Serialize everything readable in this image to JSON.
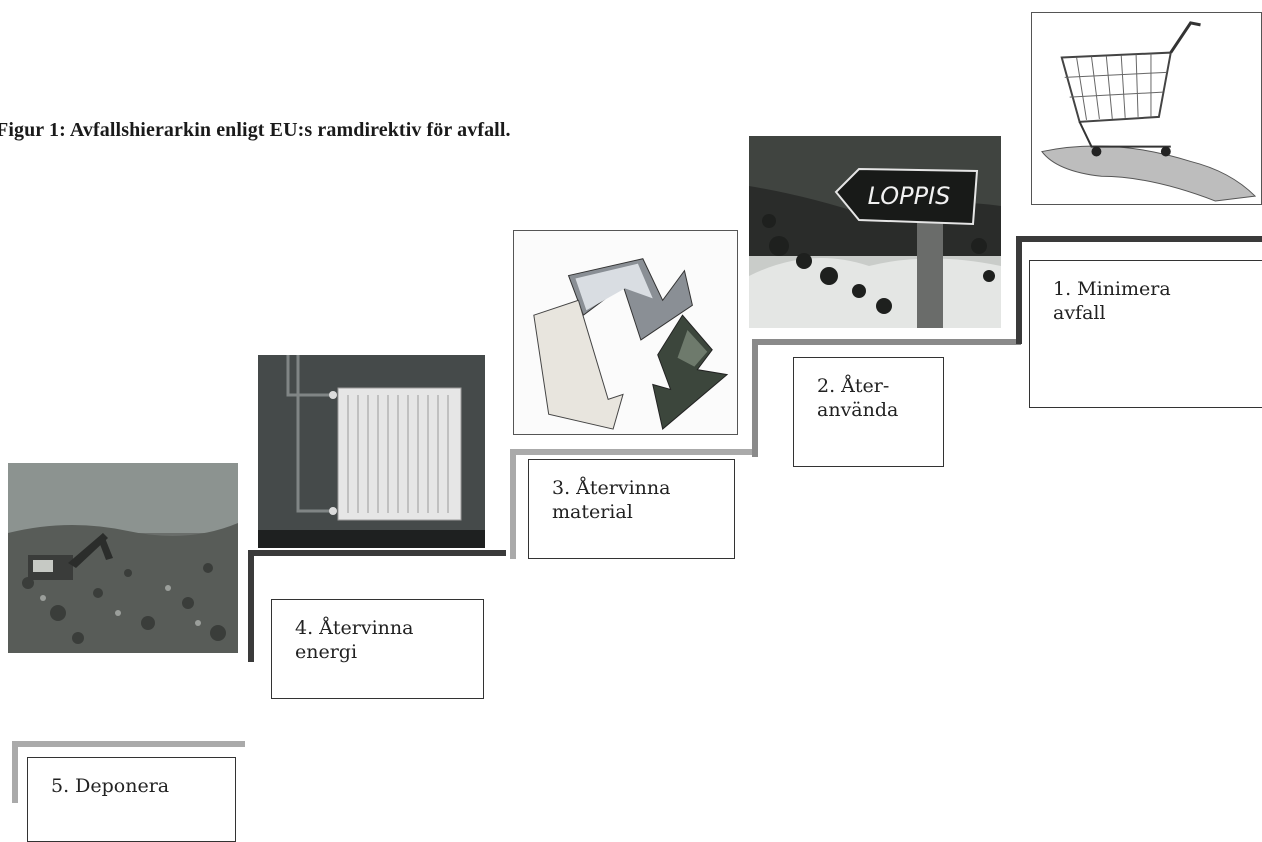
{
  "figure": {
    "caption": "Figur 1: Avfallshierarkin enligt EU:s ramdirektiv för avfall."
  },
  "steps": [
    {
      "line1": "1. Minimera",
      "line2": "avfall",
      "image": "shopping-cart-on-hand"
    },
    {
      "line1": "2. Åter-",
      "line2": "använda",
      "image": "loppis-sign"
    },
    {
      "line1": "3. Återvinna",
      "line2": "material",
      "image": "recycling-arrows"
    },
    {
      "line1": "4. Återvinna",
      "line2": "energi",
      "image": "radiator"
    },
    {
      "line1": "5. Deponera",
      "line2": "",
      "image": "landfill-excavator"
    }
  ],
  "images": {
    "loppis_sign_text": "LOPPIS"
  }
}
